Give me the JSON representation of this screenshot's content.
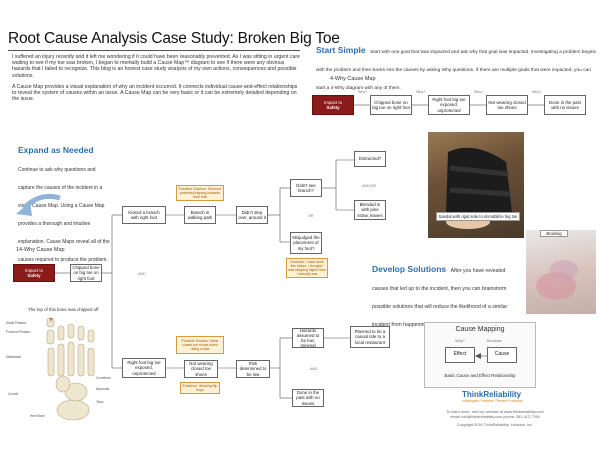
{
  "header": {
    "title": "Root Cause Analysis Case Study: Broken Big Toe"
  },
  "intro": {
    "p1": "I suffered an injury recently and it left me wondering if it could have been reasonably prevented. As I was sitting in urgent care waiting to see if my toe was broken, I began to mentally build a Cause Map™ diagram to see if there were any obvious hazards that I failed to recognize. This blog is an honest case study analysis of my own actions, consequences and possible solutions.",
    "p2": "A Cause Map provides a visual explanation of why an incident occurred. It connects individual cause-and-effect relationships to reveal the system of causes within an issue. A Cause Map can be very basic or it can be extremely detailed depending on the issue."
  },
  "start_simple": {
    "heading": "Start Simple",
    "text": "Start with one goal that was impacted and ask why that goal was impacted. Investigating a problem begins with the problem and then backs into the causes by asking Why questions. If there are multiple goals that were impacted, you can start a 4-Why diagram with any of them.",
    "map_title": "4-Why Cause Map",
    "why_label": "Why?",
    "impact": {
      "line1": "Impact to",
      "line2": "Safety"
    },
    "nodes": [
      "Chipped bone on big toe on right foot",
      "Right foot big toe exposed, unprotected",
      "Not wearing closed toe shoes",
      "Done in the past with no issues"
    ]
  },
  "expand": {
    "heading": "Expand as Needed",
    "text": "Continue to ask why questions and capture the causes of the incident in a visual Cause Map. Using a Cause Map provides a thorough and intuitive explanation. Cause Maps reveal all of the causes required to produce the problem."
  },
  "develop": {
    "heading": "Develop Solutions",
    "text": "After you have revealed causes that led up to the incident, then you can brainstorm possible solutions that will reduce the likelihood of a similar incident from happening again."
  },
  "map14": {
    "title": "14-Why Cause Map",
    "impact": {
      "line1": "Impact to",
      "line2": "Safety"
    },
    "chipped": "Chipped bone on big toe on right foot",
    "kicked": "Kicked a branch with right foot",
    "branch": "Branch in walking path",
    "didnt_step": "Didn't step over, around it",
    "didnt_see": "Didn't see branch?",
    "distracted": "Distracted?",
    "blended": "Blended in with pine straw, leaves",
    "misjudged": "Misjudged the placement of my foot?",
    "exposed": "Right foot big toe exposed, unprotected",
    "not_wearing": "Not wearing closed toe shoes",
    "risk": "Risk determined to be low",
    "hazards": "Hazards assumed to be low, minimal",
    "planned": "Planned to be a casual ride to a local restaurant",
    "done_past": "Done in the past with no issues",
    "sol1": "Possible Solution: Remove potential tripping hazards from trail",
    "sol2": "Possible Solution: Wear closed toe shoes when riding a bike",
    "evid1": "Evidence: I have done this before. I thought I was stepping higher than I actually was",
    "evid2": "Evidence: Wearing flip flops",
    "and": "AND",
    "andor": "AND/OR",
    "or": "OR"
  },
  "anatomy": {
    "caption": "The top of this bone was chipped off",
    "labels": [
      "Distal Phalanx",
      "Proximal Phalanx",
      "Metatarsal",
      "Cuneiform",
      "Navicular",
      "Cuboid",
      "Talus",
      "Heel Bone"
    ]
  },
  "photos": {
    "sandal_caption": "Sandal with rigid sole to immobilize big toe",
    "bruising": "Bruising"
  },
  "legend": {
    "title": "Cause Mapping",
    "why": "Why?",
    "because": "Because",
    "effect": "Effect",
    "cause": "Cause",
    "subtitle": "Basic Cause and Effect Relationship"
  },
  "footer": {
    "logo": "ThinkReliability",
    "tagline": "Investigate Problems. Prevent Problems.",
    "contact1": "To learn more, visit our website at www.thinkreliability.com",
    "contact2": "email: info@thinkreliability.com  phone: 281-412-7766",
    "copyright": "Copyright 2016 ThinkReliability. Houston, Inc."
  }
}
